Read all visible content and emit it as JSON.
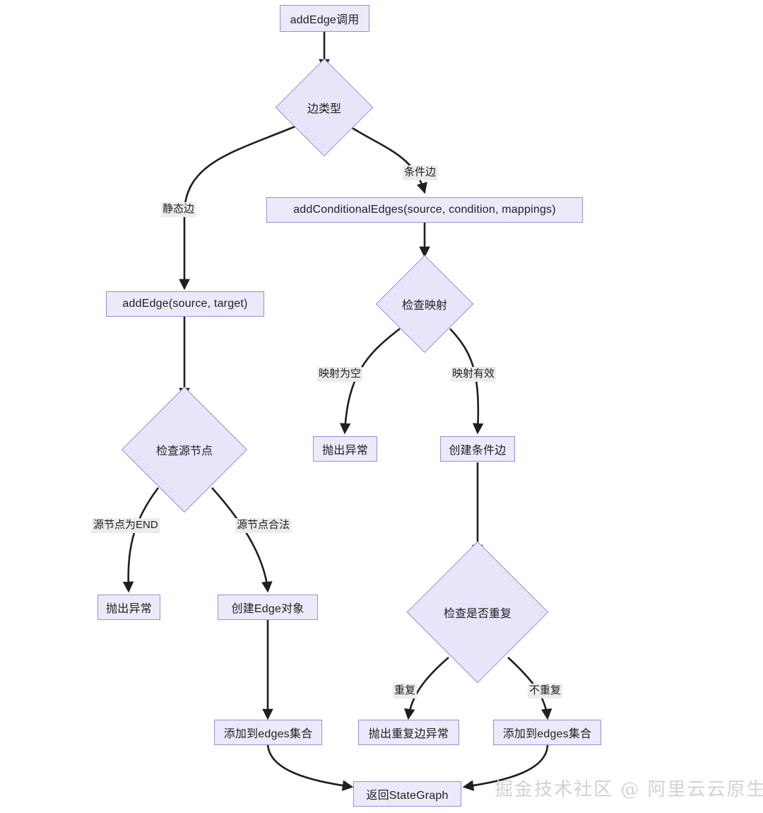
{
  "diagram": {
    "title": "addEdge flow",
    "colors": {
      "node_fill": "#ECE9FB",
      "node_border": "#9a8fd6",
      "edge_stroke": "#1f1f1f",
      "label_bg": "#ECECEC",
      "watermark": "#d2d2d4",
      "background": "#ffffff"
    },
    "nodes": {
      "start": "addEdge调用",
      "edge_type": "边类型",
      "add_conditional_edges": "addConditionalEdges(source, condition, mappings)",
      "add_edge": "addEdge(source, target)",
      "check_mapping": "检查映射",
      "check_source_node": "检查源节点",
      "throw_exception_mapping": "抛出异常",
      "create_conditional_edge": "创建条件边",
      "throw_exception_source": "抛出异常",
      "create_edge_object": "创建Edge对象",
      "check_duplicate": "检查是否重复",
      "add_to_edges_left": "添加到edges集合",
      "throw_duplicate_edge_exception": "抛出重复边异常",
      "add_to_edges_right": "添加到edges集合",
      "return_stategraph": "返回StateGraph"
    },
    "edge_labels": {
      "static_edge": "静态边",
      "conditional_edge": "条件边",
      "mapping_empty": "映射为空",
      "mapping_valid": "映射有效",
      "source_is_end": "源节点为END",
      "source_valid": "源节点合法",
      "duplicate": "重复",
      "not_duplicate": "不重复"
    },
    "watermark": "掘金技术社区 @ 阿里云云原生"
  }
}
